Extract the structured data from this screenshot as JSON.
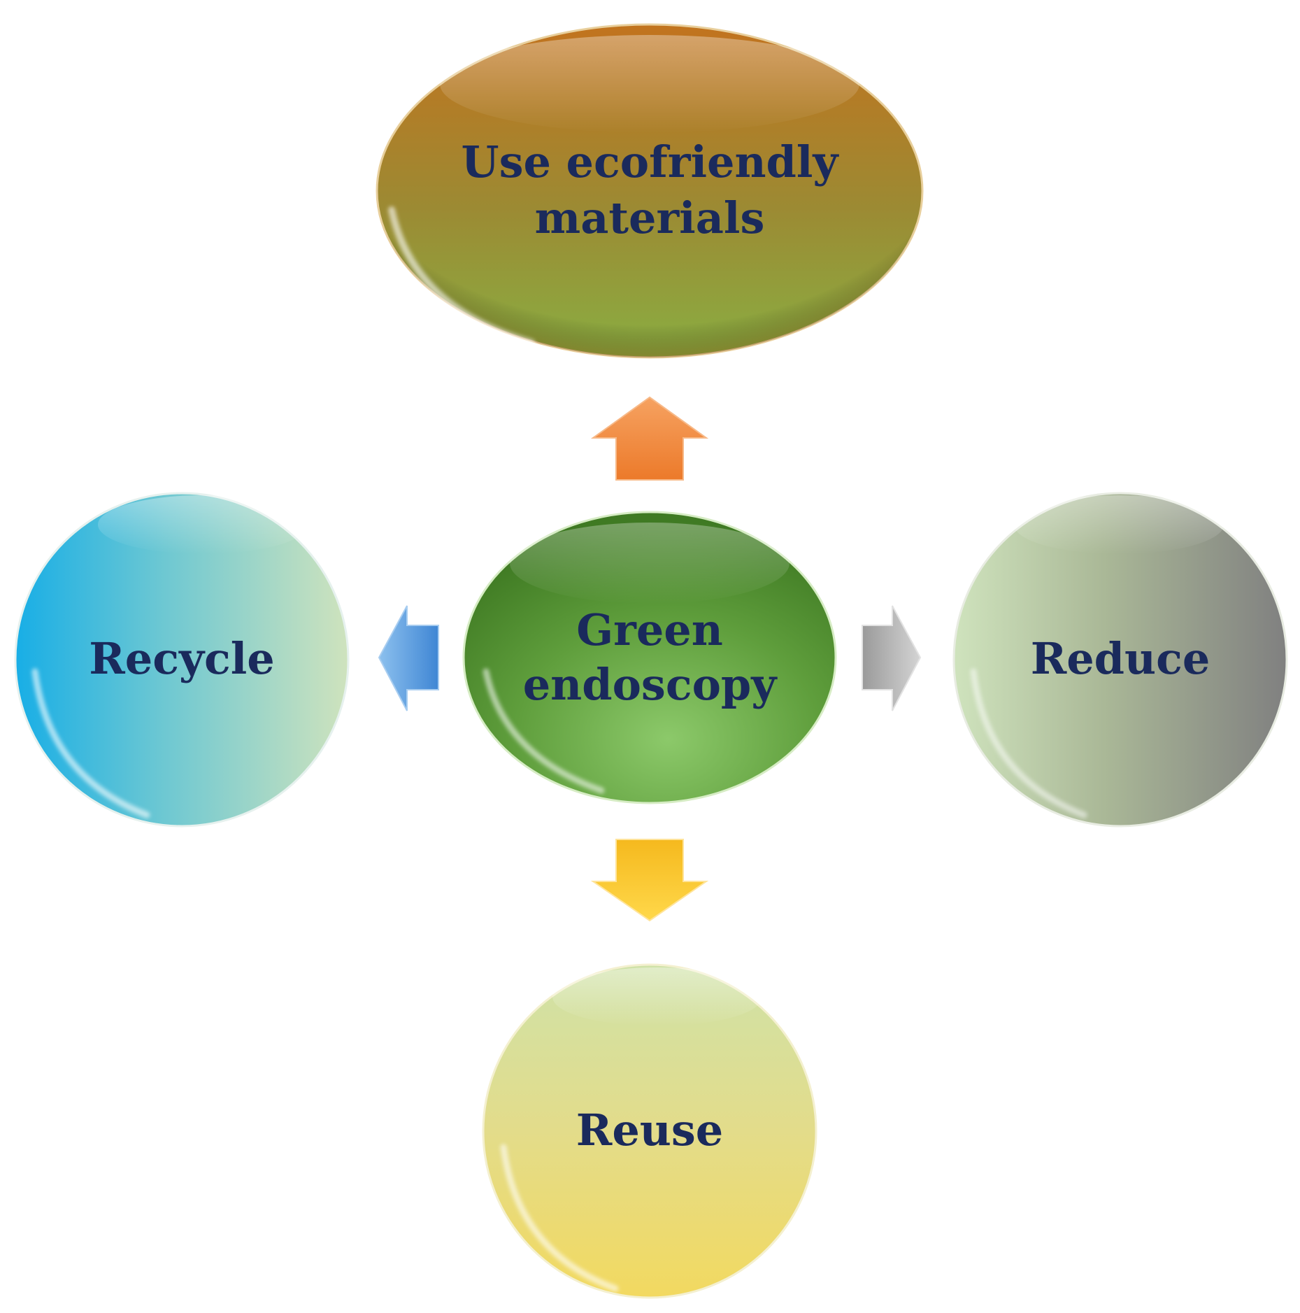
{
  "center": {
    "lines": [
      "Green",
      "endoscopy"
    ],
    "color": "#5e9b3a"
  },
  "top": {
    "lines": [
      "Use ecofriendly",
      "materials"
    ],
    "color": "#b8782a"
  },
  "left": {
    "lines": [
      "Recycle"
    ],
    "color": "#3fb4d8"
  },
  "right": {
    "lines": [
      "Reduce"
    ],
    "color": "#9aa88a"
  },
  "bottom": {
    "lines": [
      "Reuse"
    ],
    "color": "#e6d27a"
  },
  "arrows": {
    "up": {
      "color": "#f08a3c",
      "icon": "arrow-up-icon"
    },
    "left": {
      "color": "#5b9bd8",
      "icon": "arrow-left-icon"
    },
    "right": {
      "color": "#a8a8a8",
      "icon": "arrow-right-icon"
    },
    "down": {
      "color": "#f7c21a",
      "icon": "arrow-down-icon"
    }
  },
  "text_color": "#1a2a5c"
}
